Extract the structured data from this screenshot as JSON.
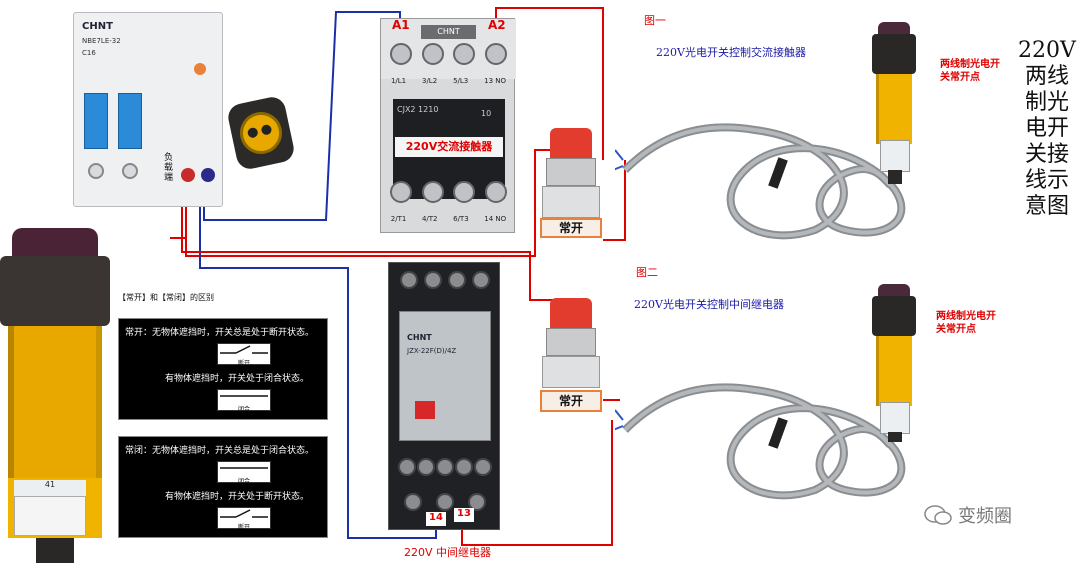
{
  "diagram": {
    "main_title": "220V两线制光电开关接线示意图",
    "fig1_label": "图一",
    "fig2_label": "图二",
    "fig1_caption": "220V光电开关控制交流接触器",
    "fig2_caption": "220V光电开关控制中间继电器",
    "sensor_label": "两线制光电开关常开点",
    "contactor_label": "220V交流接触器",
    "relay_label": "220V 中间继电器",
    "button_label": "常开",
    "load_label": "负载端",
    "terminal_a1": "A1",
    "terminal_a2": "A2",
    "terminal_14": "14",
    "terminal_13": "13",
    "watermark": "变频圈"
  },
  "breaker": {
    "brand": "CHNT",
    "model": "NBE7LE-32",
    "rating": "C16"
  },
  "contactor": {
    "brand": "CHNT",
    "model": "CJX2 1210",
    "side_num": "10",
    "top_terminals": [
      "1/L1",
      "3/L2",
      "5/L3",
      "13 NO"
    ],
    "bottom_terminals": [
      "2/T1",
      "4/T2",
      "6/T3",
      "14 NO"
    ]
  },
  "relay": {
    "brand": "CHNT",
    "model": "JZX-22F(D)/4Z"
  },
  "legend": {
    "title": "【常开】和【常闭】的区别",
    "no_line1": "常开：无物体遮挡时，开关总是处于断开状态。",
    "no_state1": "断开",
    "no_line2": "有物体遮挡时，开关处于闭合状态。",
    "no_state2": "闭合",
    "nc_line1": "常闭：无物体遮挡时，开关总是处于闭合状态。",
    "nc_state1": "闭合",
    "nc_line2": "有物体遮挡时，开关处于断开状态。",
    "nc_state2": "断开"
  },
  "big_sensor": {
    "label_num": "41"
  },
  "colors": {
    "wire_red": "#e00000",
    "wire_blue": "#1a2fa8",
    "sensor_yellow": "#f0b400",
    "label_red": "#e00000",
    "caption_blue": "#1a1aa8"
  }
}
